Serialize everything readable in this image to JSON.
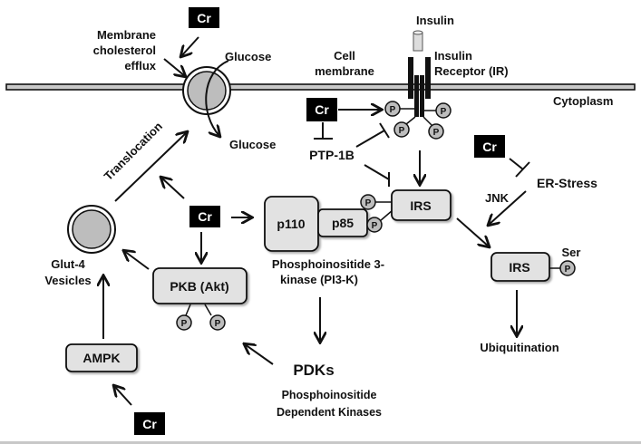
{
  "diagram": {
    "regions": {
      "cell_membrane": "Cell",
      "cell_membrane_2": "membrane",
      "cytoplasm": "Cytoplasm"
    },
    "inhibitor_label": "Cr",
    "top_left": {
      "efflux_1": "Membrane",
      "efflux_2": "cholesterol",
      "efflux_3": "efflux",
      "glucose_out": "Glucose",
      "glucose_in": "Glucose"
    },
    "receptor": {
      "insulin": "Insulin",
      "ir_1": "Insulin",
      "ir_2": "Receptor (IR)",
      "phospho": "P"
    },
    "ptp": "PTP-1B",
    "translocation": "Translocation",
    "glut4_1": "Glut-4",
    "glut4_2": "Vesicles",
    "boxes": {
      "pkb": "PKB (Akt)",
      "ampk": "AMPK",
      "p110": "p110",
      "p85": "p85",
      "irs": "IRS",
      "irs_ser": "IRS"
    },
    "pi3k_1": "Phosphoinositide 3-",
    "pi3k_2": "kinase (PI3-K)",
    "pdks": "PDKs",
    "pdks_desc_1": "Phosphoinositide",
    "pdks_desc_2": "Dependent Kinases",
    "er_stress": "ER-Stress",
    "jnk": "JNK",
    "ser": "Ser",
    "ubiquitination": "Ubiquitination",
    "colors": {
      "box_fill": "#e2e2e2",
      "circle_fill": "#bdbdbd",
      "membrane_fill": "#c9c9c9",
      "inhibitor_fill": "#000000",
      "ink": "#111111"
    }
  }
}
